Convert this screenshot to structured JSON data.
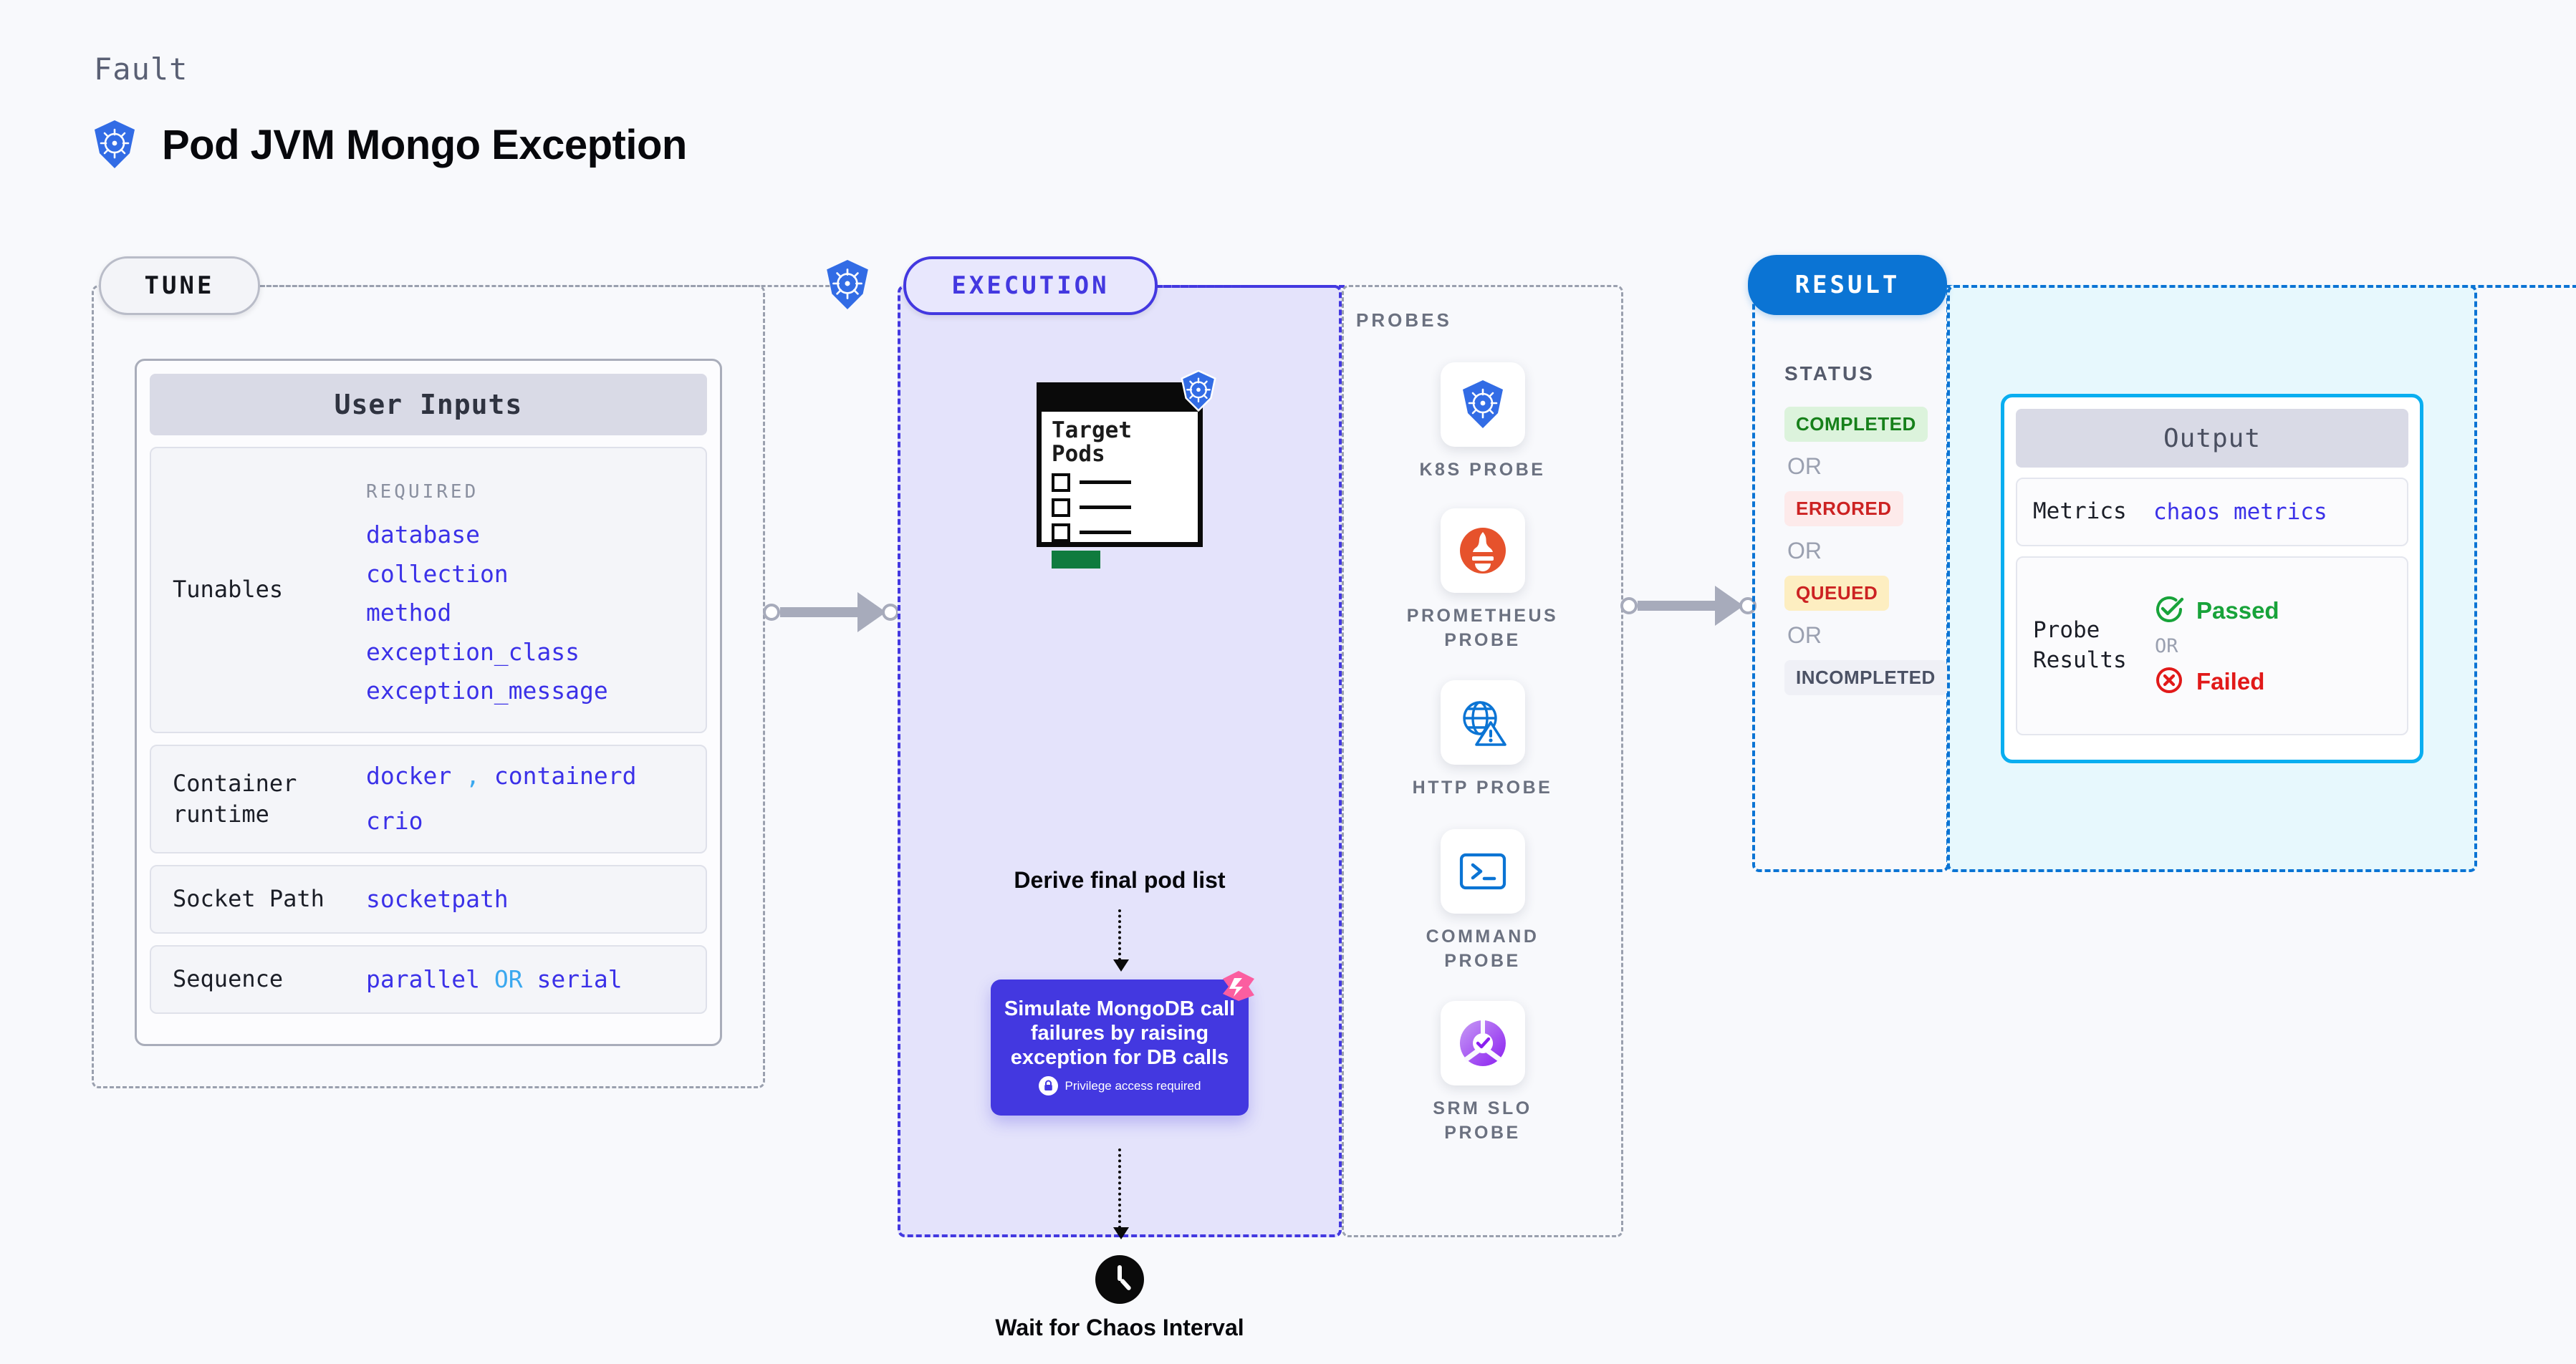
{
  "header": {
    "eyebrow": "Fault",
    "title": "Pod JVM Mongo Exception",
    "icon": "kubernetes-icon"
  },
  "colors": {
    "page_bg": "#f8f9fc",
    "accent_indigo": "#4338e0",
    "accent_blue": "#0b74d4",
    "accent_cyan": "#09aef0",
    "kubernetes_blue": "#326ce5",
    "code_violet": "#3b31e8",
    "pink_ribbon": "#fb5ea0"
  },
  "tune": {
    "pill_label": "TUNE",
    "badge_icon": "kubernetes-icon",
    "card_title": "User Inputs",
    "rows": [
      {
        "label": "Tunables",
        "required_label": "REQUIRED",
        "values": [
          "database",
          "collection",
          "method",
          "exception_class",
          "exception_message"
        ]
      },
      {
        "label": "Container\nruntime",
        "values": [
          "docker",
          "containerd",
          "crio"
        ],
        "separator": ","
      },
      {
        "label": "Socket Path",
        "values": [
          "socketpath"
        ]
      },
      {
        "label": "Sequence",
        "values": [
          "parallel",
          "serial"
        ],
        "separator": "OR"
      }
    ]
  },
  "execution": {
    "pill_label": "EXECUTION",
    "doc": {
      "title": "Target\nPods",
      "icon": "kubernetes-icon",
      "checkbox_count": 3
    },
    "steps": [
      {
        "caption": "Derive final pod list"
      },
      {
        "caption": "Simulate MongoDB call failures by raising exception for DB calls",
        "note": "Privilege access required",
        "note_icon": "lock-icon",
        "ribbon_icon": "ribbon-icon"
      },
      {
        "caption": "Wait for Chaos\nInterval",
        "icon": "clock-icon"
      }
    ]
  },
  "probes": {
    "title": "PROBES",
    "items": [
      {
        "label": "K8S PROBE",
        "icon": "kubernetes-icon"
      },
      {
        "label": "PROMETHEUS\nPROBE",
        "icon": "prometheus-icon"
      },
      {
        "label": "HTTP PROBE",
        "icon": "http-globe-icon"
      },
      {
        "label": "COMMAND\nPROBE",
        "icon": "terminal-icon"
      },
      {
        "label": "SRM SLO\nPROBE",
        "icon": "srm-slo-icon"
      }
    ]
  },
  "result": {
    "pill_label": "RESULT",
    "status_title": "STATUS",
    "or_label": "OR",
    "statuses": [
      {
        "label": "COMPLETED",
        "bg": "#dcf3dc",
        "fg": "#16801a"
      },
      {
        "label": "ERRORED",
        "bg": "#fdeaea",
        "fg": "#cc2222"
      },
      {
        "label": "QUEUED",
        "bg": "#fdeec1",
        "fg": "#cc2222"
      },
      {
        "label": "INCOMPLETED",
        "bg": "#eff0f6",
        "fg": "#4b5164"
      }
    ]
  },
  "output": {
    "card_title": "Output",
    "metrics": {
      "label": "Metrics",
      "value": "chaos metrics"
    },
    "probe_results": {
      "label": "Probe\nResults",
      "or_label": "OR",
      "passed": {
        "label": "Passed",
        "icon": "check-circle-icon",
        "color": "#18a33a"
      },
      "failed": {
        "label": "Failed",
        "icon": "x-circle-icon",
        "color": "#e11919"
      }
    }
  }
}
